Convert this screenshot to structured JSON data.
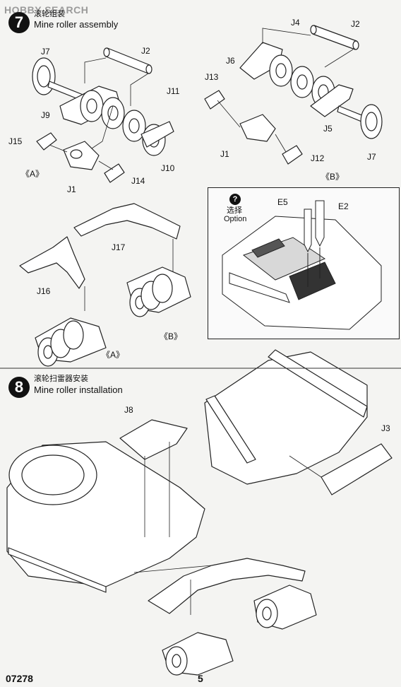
{
  "watermark": {
    "text": "HOBBY SEARCH"
  },
  "step7": {
    "number": "7",
    "title_cn": "滚轮组装",
    "title_en": "Mine roller assembly",
    "labels": {
      "j7_left": "J7",
      "j2_left": "J2",
      "j11": "J11",
      "j9": "J9",
      "j15": "J15",
      "sub_a": "《A》",
      "j1_left": "J1",
      "j14": "J14",
      "j10": "J10",
      "j4": "J4",
      "j2_right": "J2",
      "j6": "J6",
      "j13": "J13",
      "j5": "J5",
      "j1_right": "J1",
      "j12": "J12",
      "j7_right": "J7",
      "sub_b": "《B》",
      "j17": "J17",
      "j16": "J16",
      "sub_b2": "《B》",
      "sub_a2": "《A》"
    }
  },
  "option_box": {
    "icon": "?",
    "label_cn": "选择",
    "label_en": "Option",
    "e5": "E5",
    "e2": "E2"
  },
  "step8": {
    "number": "8",
    "title_cn": "滚轮扫雷器安装",
    "title_en": "Mine roller installation",
    "labels": {
      "j8": "J8",
      "j3": "J3"
    }
  },
  "footer": {
    "code": "07278",
    "page": "5"
  }
}
